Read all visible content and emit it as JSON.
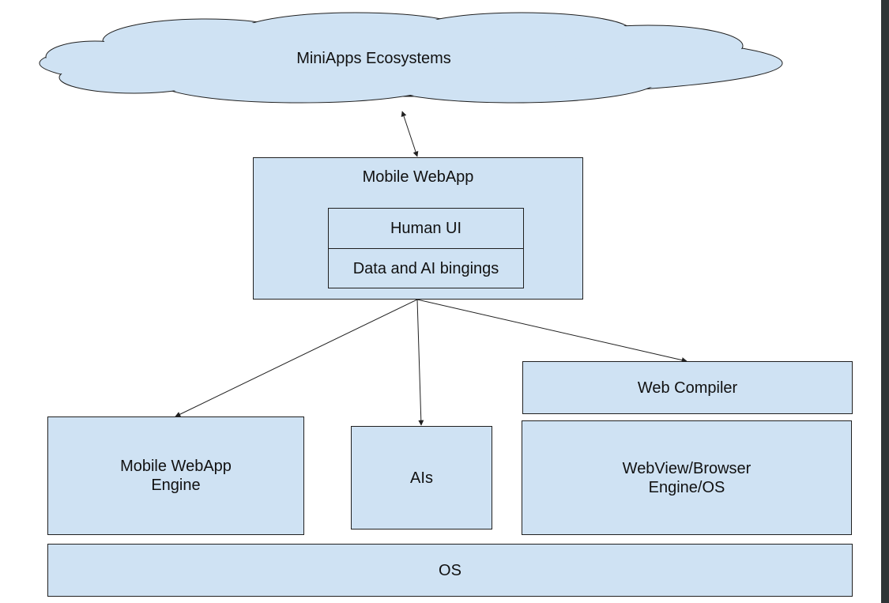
{
  "cloud": {
    "label": "MiniApps Ecosystems"
  },
  "webapp": {
    "title": "Mobile WebApp",
    "layers": {
      "human_ui": "Human UI",
      "bindings": "Data and AI bingings"
    }
  },
  "engine": {
    "line1": "Mobile WebApp",
    "line2": "Engine"
  },
  "ais": {
    "label": "AIs"
  },
  "compiler": {
    "label": "Web Compiler"
  },
  "webview": {
    "line1": "WebView/Browser",
    "line2": "Engine/OS"
  },
  "os": {
    "label": "OS"
  },
  "colors": {
    "box_fill": "#cfe2f3",
    "stroke": "#202020",
    "edge_strip": "#2f3537"
  }
}
